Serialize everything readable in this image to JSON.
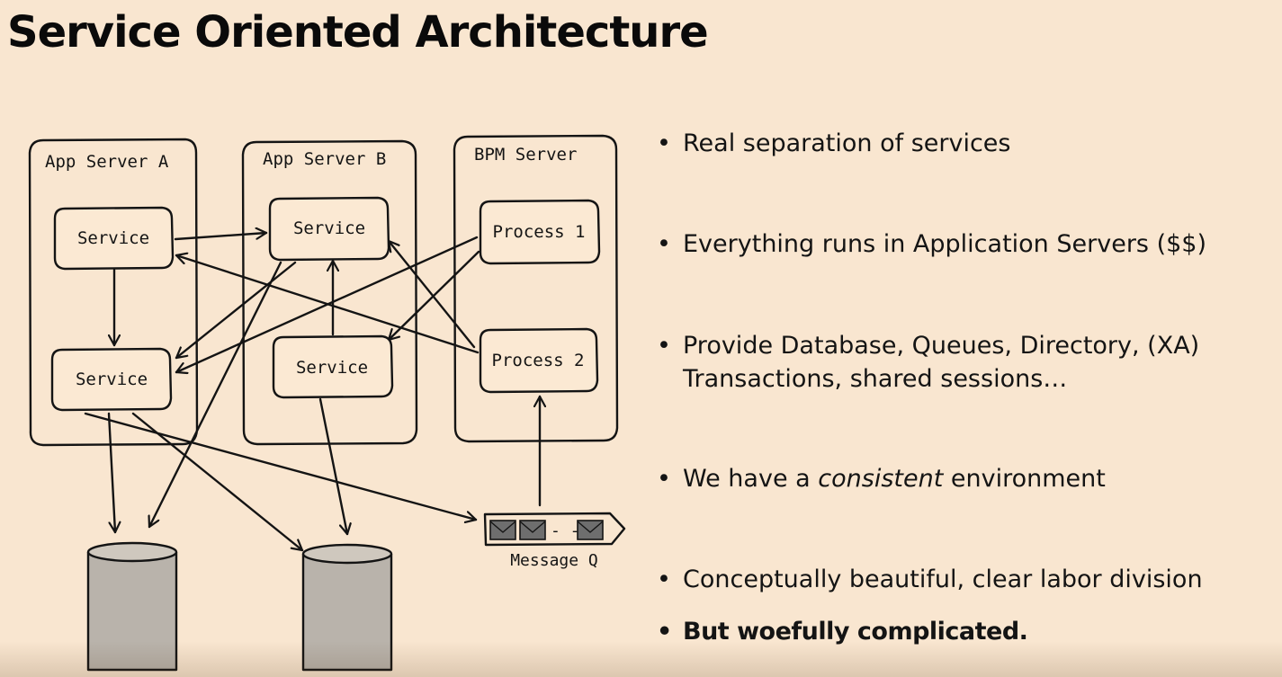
{
  "title": "Service Oriented Architecture",
  "diagram": {
    "servers": [
      {
        "label": "App Server A"
      },
      {
        "label": "App Server B"
      },
      {
        "label": "BPM Server"
      }
    ],
    "nodes": {
      "a_service_top": "Service",
      "a_service_bottom": "Service",
      "b_service_top": "Service",
      "b_service_bottom": "Service",
      "process_1": "Process 1",
      "process_2": "Process 2"
    },
    "queue_label": "Message Q",
    "queue_dots": "- - -"
  },
  "bullets": [
    {
      "text": "Real separation of services"
    },
    {
      "text": "Everything runs in Application Servers ($$)"
    },
    {
      "line1": "Provide Database, Queues, Directory, (XA)",
      "line2": "Transactions, shared sessions…"
    },
    {
      "before": "We have a ",
      "emph": "consistent",
      "after": " environment"
    },
    {
      "text": "Conceptually beautiful, clear labor division"
    },
    {
      "text": "But woefully complicated."
    }
  ],
  "bullet_char": "•",
  "colors": {
    "background": "#f9e6d0",
    "ink": "#141414",
    "database_fill": "#b9b3ab",
    "envelope_fill": "#6e6e6e"
  }
}
